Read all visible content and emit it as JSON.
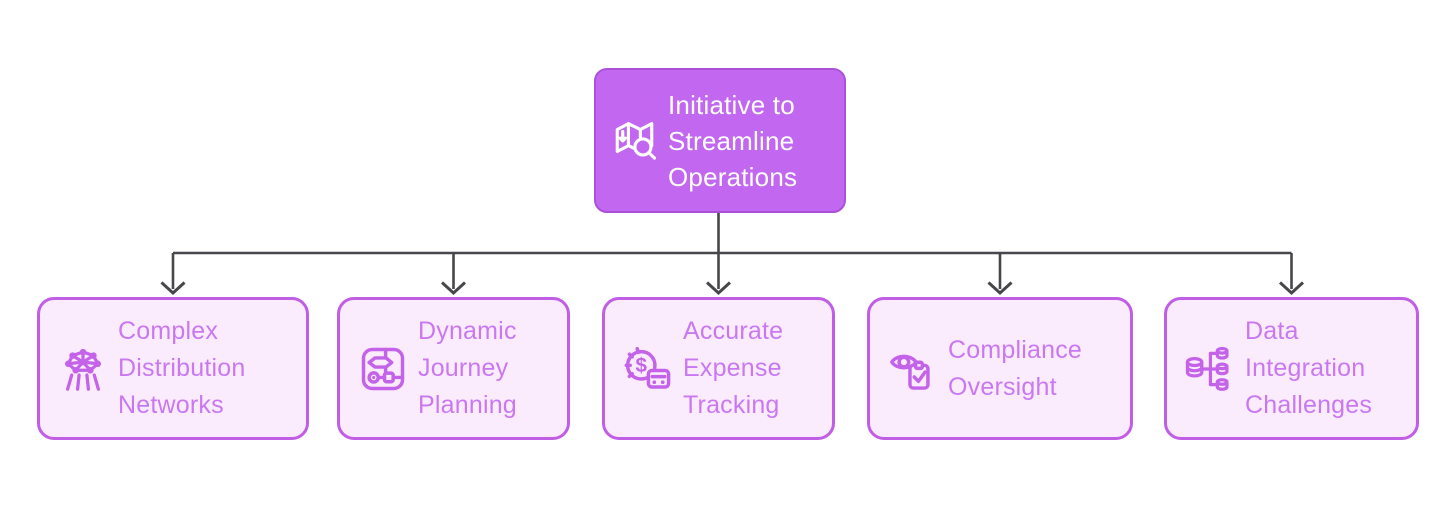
{
  "diagram": {
    "root": {
      "label": "Initiative to Streamline Operations",
      "icon": "map-search-icon"
    },
    "children": [
      {
        "label": "Complex Distribution Networks",
        "icon": "network-icon"
      },
      {
        "label": "Dynamic Journey Planning",
        "icon": "route-map-icon"
      },
      {
        "label": "Accurate Expense Tracking",
        "icon": "coin-receipt-icon"
      },
      {
        "label": "Compliance Oversight",
        "icon": "eye-clipboard-check-icon"
      },
      {
        "label": "Data Integration Challenges",
        "icon": "database-integration-icon"
      }
    ],
    "colors": {
      "background": "#ffffff",
      "root_fill": "#c267ef",
      "root_border": "#ab51d8",
      "root_text": "#ffffff",
      "child_fill": "#faecfc",
      "child_border": "#c05ee6",
      "child_text": "#ca78f2",
      "connector": "#47474b"
    }
  }
}
